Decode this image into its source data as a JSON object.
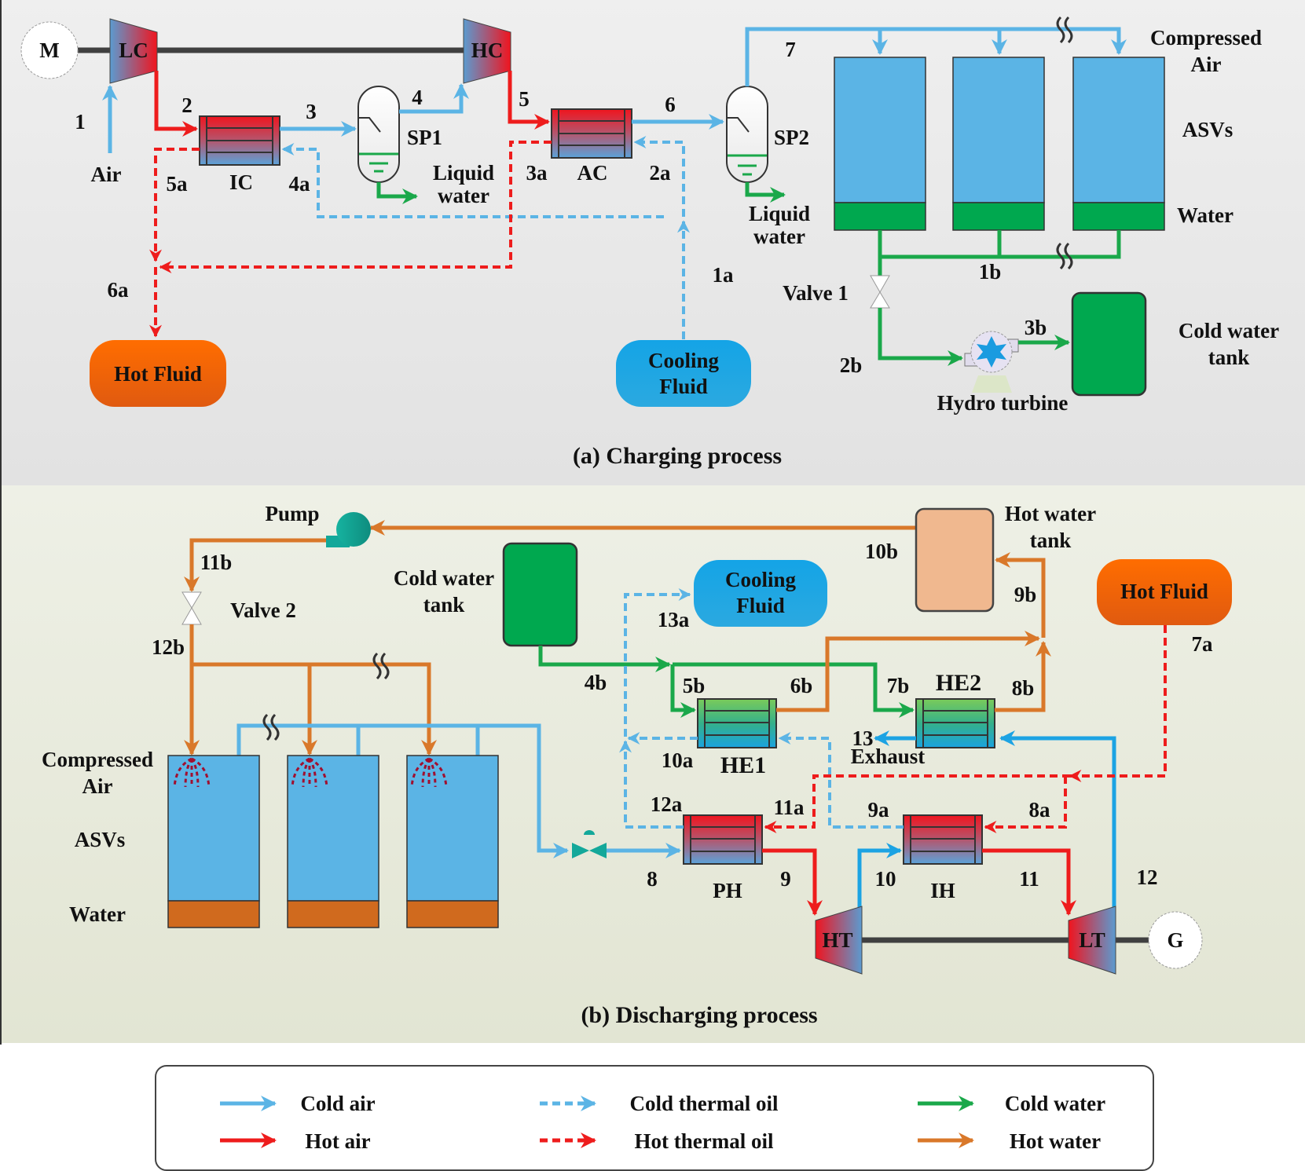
{
  "figure": {
    "charging": {
      "caption": "(a) Charging process",
      "motor": "M",
      "low_compressor": "LC",
      "high_compressor": "HC",
      "intercooler": "IC",
      "aftercooler": "AC",
      "separator1": "SP1",
      "separator2": "SP2",
      "air_inlet": "Air",
      "liquid_water_1": [
        "Liquid",
        "water"
      ],
      "liquid_water_2": [
        "Liquid",
        "water"
      ],
      "hot_fluid": "Hot Fluid",
      "cooling_fluid": [
        "Cooling",
        "Fluid"
      ],
      "compressed_air": [
        "Compressed",
        "Air"
      ],
      "asvs": "ASVs",
      "water": "Water",
      "valve": "Valve 1",
      "hydro_turbine": "Hydro turbine",
      "cold_water_tank": [
        "Cold water",
        "tank"
      ],
      "states": {
        "s1": "1",
        "s2": "2",
        "s3": "3",
        "s4": "4",
        "s5": "5",
        "s6": "6",
        "s7": "7",
        "s1a": "1a",
        "s2a": "2a",
        "s3a": "3a",
        "s4a": "4a",
        "s5a": "5a",
        "s6a": "6a",
        "s1b": "1b",
        "s2b": "2b",
        "s3b": "3b"
      }
    },
    "discharging": {
      "caption": "(b) Discharging process",
      "pump": "Pump",
      "valve": "Valve 2",
      "cold_water_tank": [
        "Cold water",
        "tank"
      ],
      "hot_water_tank": [
        "Hot water",
        "tank"
      ],
      "cooling_fluid": [
        "Cooling",
        "Fluid"
      ],
      "hot_fluid": "Hot Fluid",
      "compressed_air": [
        "Compressed",
        "Air"
      ],
      "asvs": "ASVs",
      "water": "Water",
      "he1": "HE1",
      "he2": "HE2",
      "preheater": "PH",
      "interheater": "IH",
      "high_turbine": "HT",
      "low_turbine": "LT",
      "generator": "G",
      "exhaust": "Exhaust",
      "states": {
        "s8": "8",
        "s9": "9",
        "s10": "10",
        "s11": "11",
        "s12": "12",
        "s13": "13",
        "s4b": "4b",
        "s5b": "5b",
        "s6b": "6b",
        "s7b": "7b",
        "s8b": "8b",
        "s9b": "9b",
        "s10b": "10b",
        "s11b": "11b",
        "s12b": "12b",
        "s7a": "7a",
        "s8a": "8a",
        "s9a": "9a",
        "s10a": "10a",
        "s11a": "11a",
        "s12a": "12a",
        "s13a": "13a"
      }
    },
    "legend": [
      {
        "label": "Cold air",
        "color": "#5BB4E5",
        "style": "solid"
      },
      {
        "label": "Cold thermal oil",
        "color": "#5BB4E5",
        "style": "dashed"
      },
      {
        "label": "Cold water",
        "color": "#1AA84A",
        "style": "solid"
      },
      {
        "label": "Hot air",
        "color": "#EE1C1C",
        "style": "solid"
      },
      {
        "label": "Hot thermal oil",
        "color": "#EE1C1C",
        "style": "dashed"
      },
      {
        "label": "Hot water",
        "color": "#D9782A",
        "style": "solid"
      }
    ],
    "colors": {
      "cold_air": "#5BB4E5",
      "hot_air": "#EE1C1C",
      "cold_water": "#1AA84A",
      "hot_water": "#D9782A",
      "tank_water_green": "#00A84F",
      "tank_hot_water": "#F0B88F",
      "hot_fluid": "#EE6A0E",
      "cooling_fluid": "#1CA3E3",
      "panel_a_bg": "#E8E8E8",
      "panel_b_bg": "#E8EADB"
    }
  }
}
